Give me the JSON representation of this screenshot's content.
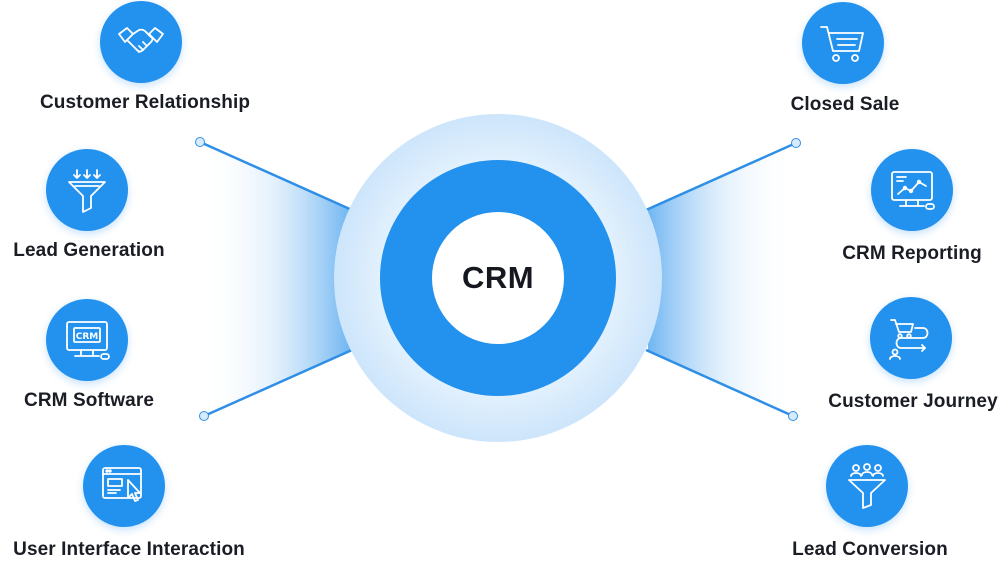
{
  "center": {
    "label": "CRM"
  },
  "colors": {
    "accent": "#2391ee",
    "outer_ring": "#d9ecfc",
    "beam": "#a9d3f6",
    "text": "#1a1d24"
  },
  "nodes": [
    {
      "label": "Customer Relationship",
      "icon": "handshake-icon"
    },
    {
      "label": "Lead Generation",
      "icon": "funnel-icon"
    },
    {
      "label": "CRM Software",
      "icon": "crm-monitor-icon"
    },
    {
      "label": "User Interface Interaction",
      "icon": "ui-click-icon"
    },
    {
      "label": "Closed Sale",
      "icon": "shopping-cart-icon"
    },
    {
      "label": "CRM Reporting",
      "icon": "report-monitor-icon"
    },
    {
      "label": "Customer Journey",
      "icon": "journey-icon"
    },
    {
      "label": "Lead Conversion",
      "icon": "conversion-funnel-icon"
    }
  ]
}
